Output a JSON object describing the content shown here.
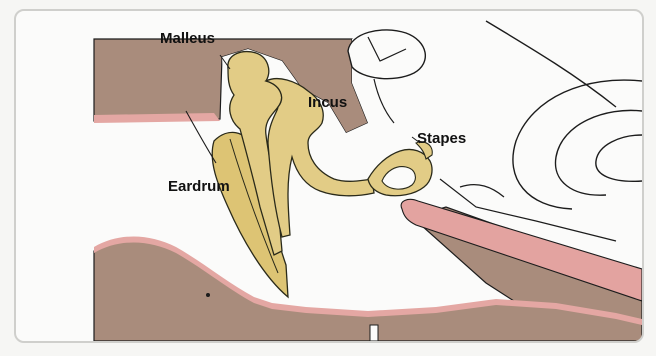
{
  "labels": {
    "malleus": "Malleus",
    "incus": "Incus",
    "stapes": "Stapes",
    "eardrum": "Eardrum"
  }
}
